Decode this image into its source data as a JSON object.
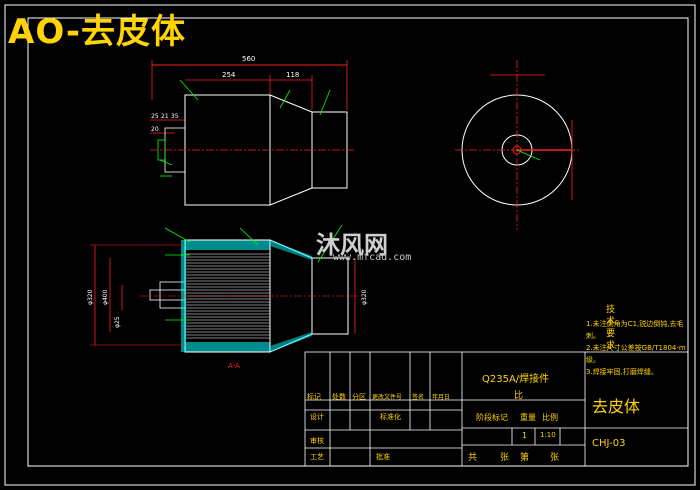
{
  "title": "AO-去皮体",
  "watermark": {
    "brand": "沐风网",
    "url": "www.mfcad.com"
  },
  "colors": {
    "background": "#000000",
    "frame": "#ffffff",
    "drawing": "#ffffff",
    "dimension": "#ff2020",
    "leader": "#00ff00",
    "hatch": "#00ffff",
    "text": "#ffd400"
  },
  "dimensions": {
    "overall_length": "560",
    "d254": "254",
    "d118": "118",
    "d25": "25",
    "d21": "21",
    "d35": "35",
    "d20": "20",
    "dia320_a": "φ320",
    "dia320_b": "φ320",
    "dia400": "φ400",
    "dia25": "φ25",
    "section_label": "A-A"
  },
  "tech_notes": {
    "heading": "技术要求",
    "items": [
      "1.未注倒角为C1,锐边倒钝,去毛刺。",
      "2.未注尺寸公差按GB/T1804-m级。",
      "3.焊接牢固,打磨焊缝。"
    ]
  },
  "title_block": {
    "material": "Q235A/焊接件",
    "part_name": "去皮体",
    "drawing_no": "CHJ-03",
    "scale_label": "比",
    "quantity": "1",
    "scale": "1:10",
    "labels": {
      "mark": "标记",
      "count": "处数",
      "zone": "分区",
      "change_doc": "更改文件号",
      "sign": "签名",
      "date": "年月日",
      "design": "设计",
      "standardize": "标准化",
      "stage_mark": "阶段标记",
      "weight": "重量",
      "ratio": "比例",
      "review": "审核",
      "process": "工艺",
      "approve": "批准",
      "total": "共",
      "sheets": "张",
      "page": "第",
      "sheet": "张"
    }
  }
}
